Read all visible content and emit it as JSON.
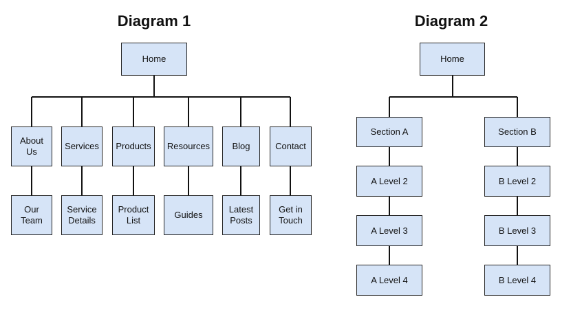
{
  "diagram1": {
    "title": "Diagram 1",
    "root": "Home",
    "sections": [
      {
        "label": "About\nUs",
        "child": "Our\nTeam"
      },
      {
        "label": "Services",
        "child": "Service\nDetails"
      },
      {
        "label": "Products",
        "child": "Product\nList"
      },
      {
        "label": "Resources",
        "child": "Guides"
      },
      {
        "label": "Blog",
        "child": "Latest\nPosts"
      },
      {
        "label": "Contact",
        "child": "Get in\nTouch"
      }
    ]
  },
  "diagram2": {
    "title": "Diagram 2",
    "root": "Home",
    "branches": [
      {
        "label": "Section A",
        "levels": [
          "A Level 2",
          "A Level 3",
          "A Level 4"
        ]
      },
      {
        "label": "Section B",
        "levels": [
          "B Level 2",
          "B Level 3",
          "B Level 4"
        ]
      }
    ]
  },
  "colors": {
    "node_fill": "#d6e4f7",
    "node_border": "#222222",
    "connector": "#111111"
  }
}
